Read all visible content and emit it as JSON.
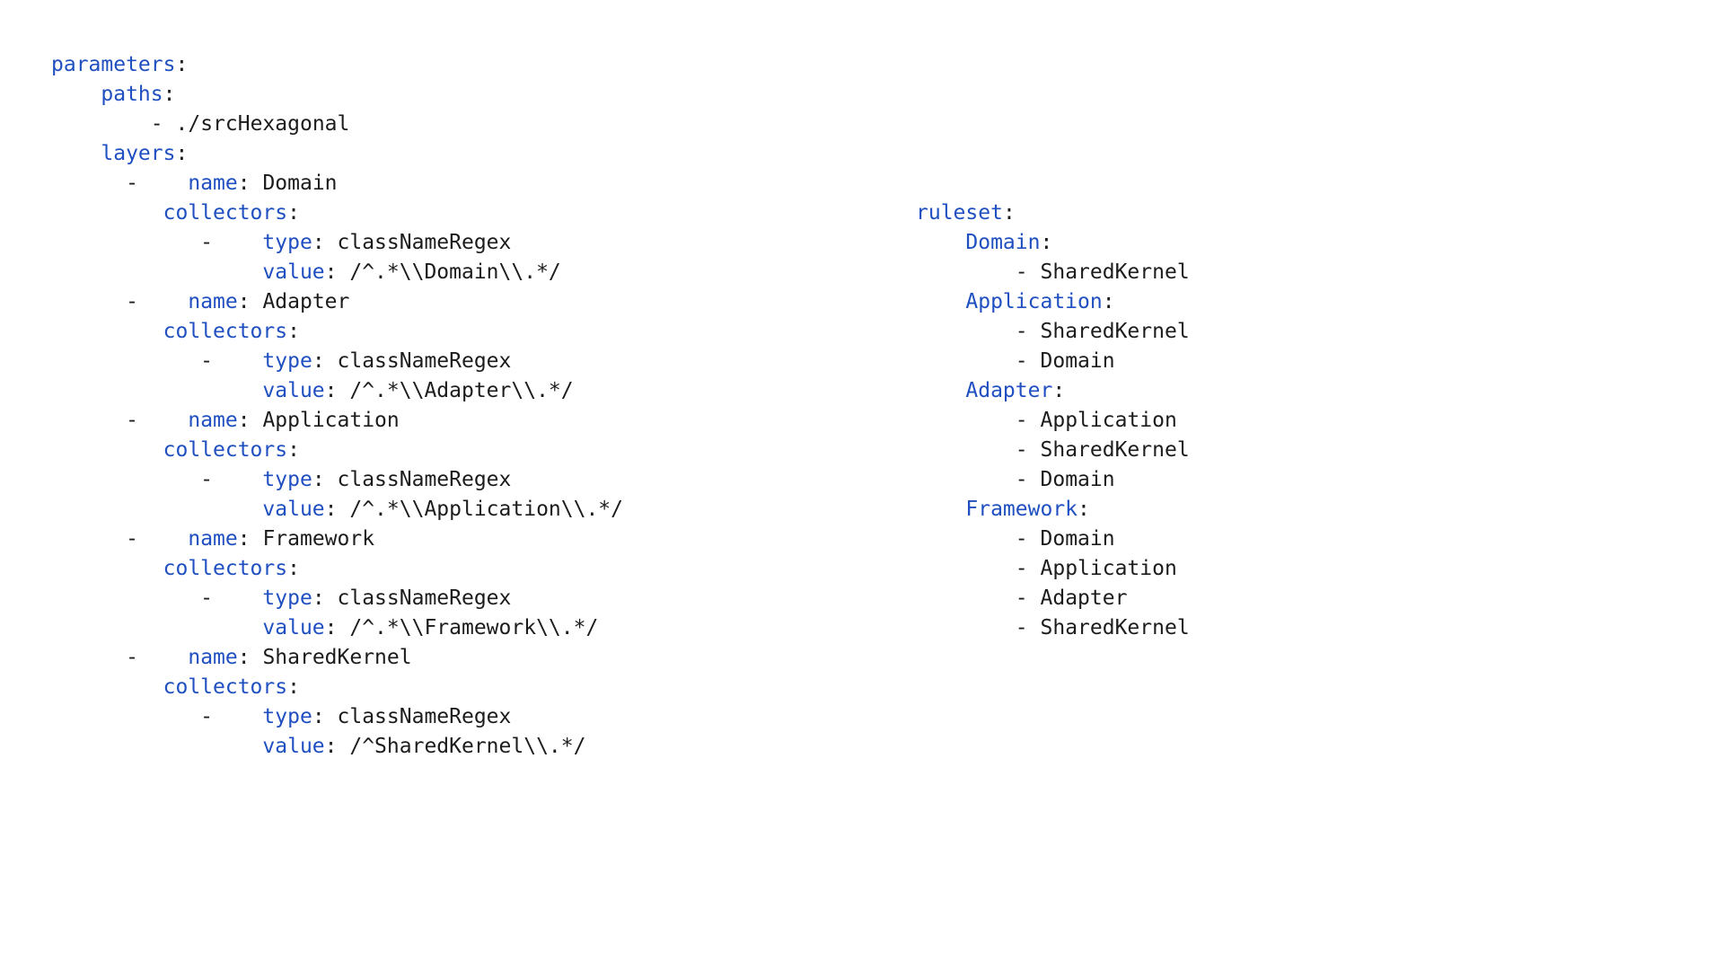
{
  "document": {
    "kind": "yaml-configuration",
    "background_color": "#ffffff",
    "key_color": "#1f4fc0",
    "value_color": "#1c1c1c"
  },
  "left_column": {
    "root_key": "parameters:",
    "lines": [
      {
        "indent": "",
        "key": "parameters",
        "sep": ":",
        "value": ""
      },
      {
        "indent": "    ",
        "key": "paths",
        "sep": ":",
        "value": ""
      },
      {
        "indent": "        - ",
        "key": "",
        "sep": "",
        "value": "./srcHexagonal"
      },
      {
        "indent": "    ",
        "key": "layers",
        "sep": ":",
        "value": ""
      },
      {
        "indent": "      -    ",
        "key": "name",
        "sep": ": ",
        "value": "Domain"
      },
      {
        "indent": "         ",
        "key": "collectors",
        "sep": ":",
        "value": ""
      },
      {
        "indent": "            -    ",
        "key": "type",
        "sep": ": ",
        "value": "classNameRegex"
      },
      {
        "indent": "                 ",
        "key": "value",
        "sep": ": ",
        "value": "/^.*\\\\Domain\\\\.*/"
      },
      {
        "indent": "      -    ",
        "key": "name",
        "sep": ": ",
        "value": "Adapter"
      },
      {
        "indent": "         ",
        "key": "collectors",
        "sep": ":",
        "value": ""
      },
      {
        "indent": "            -    ",
        "key": "type",
        "sep": ": ",
        "value": "classNameRegex"
      },
      {
        "indent": "                 ",
        "key": "value",
        "sep": ": ",
        "value": "/^.*\\\\Adapter\\\\.*/"
      },
      {
        "indent": "      -    ",
        "key": "name",
        "sep": ": ",
        "value": "Application"
      },
      {
        "indent": "         ",
        "key": "collectors",
        "sep": ":",
        "value": ""
      },
      {
        "indent": "            -    ",
        "key": "type",
        "sep": ": ",
        "value": "classNameRegex"
      },
      {
        "indent": "                 ",
        "key": "value",
        "sep": ": ",
        "value": "/^.*\\\\Application\\\\.*/"
      },
      {
        "indent": "      -    ",
        "key": "name",
        "sep": ": ",
        "value": "Framework"
      },
      {
        "indent": "         ",
        "key": "collectors",
        "sep": ":",
        "value": ""
      },
      {
        "indent": "            -    ",
        "key": "type",
        "sep": ": ",
        "value": "classNameRegex"
      },
      {
        "indent": "                 ",
        "key": "value",
        "sep": ": ",
        "value": "/^.*\\\\Framework\\\\.*/"
      },
      {
        "indent": "      -    ",
        "key": "name",
        "sep": ": ",
        "value": "SharedKernel"
      },
      {
        "indent": "         ",
        "key": "collectors",
        "sep": ":",
        "value": ""
      },
      {
        "indent": "            -    ",
        "key": "type",
        "sep": ": ",
        "value": "classNameRegex"
      },
      {
        "indent": "                 ",
        "key": "value",
        "sep": ": ",
        "value": "/^SharedKernel\\\\.*/"
      }
    ]
  },
  "right_column": {
    "root_key": "ruleset:",
    "lines": [
      {
        "indent": "",
        "key": "ruleset",
        "sep": ":",
        "value": ""
      },
      {
        "indent": "    ",
        "key": "Domain",
        "sep": ":",
        "value": ""
      },
      {
        "indent": "        - ",
        "key": "",
        "sep": "",
        "value": "SharedKernel"
      },
      {
        "indent": "    ",
        "key": "Application",
        "sep": ":",
        "value": ""
      },
      {
        "indent": "        - ",
        "key": "",
        "sep": "",
        "value": "SharedKernel"
      },
      {
        "indent": "        - ",
        "key": "",
        "sep": "",
        "value": "Domain"
      },
      {
        "indent": "    ",
        "key": "Adapter",
        "sep": ":",
        "value": ""
      },
      {
        "indent": "        - ",
        "key": "",
        "sep": "",
        "value": "Application"
      },
      {
        "indent": "        - ",
        "key": "",
        "sep": "",
        "value": "SharedKernel"
      },
      {
        "indent": "        - ",
        "key": "",
        "sep": "",
        "value": "Domain"
      },
      {
        "indent": "    ",
        "key": "Framework",
        "sep": ":",
        "value": ""
      },
      {
        "indent": "        - ",
        "key": "",
        "sep": "",
        "value": "Domain"
      },
      {
        "indent": "        - ",
        "key": "",
        "sep": "",
        "value": "Application"
      },
      {
        "indent": "        - ",
        "key": "",
        "sep": "",
        "value": "Adapter"
      },
      {
        "indent": "        - ",
        "key": "",
        "sep": "",
        "value": "SharedKernel"
      }
    ]
  }
}
